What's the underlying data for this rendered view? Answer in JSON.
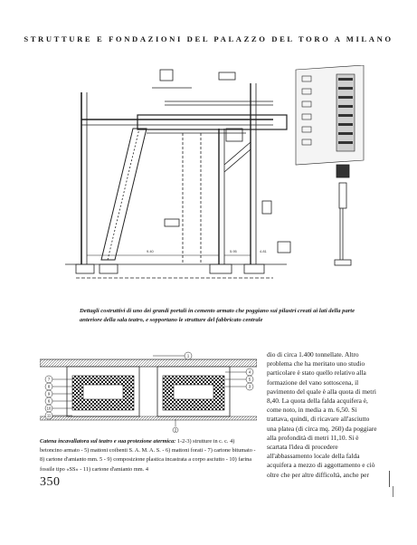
{
  "header": "STRUTTURE E FONDAZIONI DEL PALAZZO DEL TORO A MILANO",
  "caption_top": "Dettagli costruttivi di uno dei grandi portali in cemento armato che poggiano sui pilastri creati ai lati della parte anteriore della sala teatro, e sopportano le strutture del fabbricato centrale",
  "caption_left_bold": "Catena incavallatora sul teatro e sua protezione atermica:",
  "caption_left_rest": " 1-2-3) strutture in c. c. 4) betoncino armato - 5) mattoni coibenti S. A. M. A. S. - 6) mattoni forati - 7) cartone bitumato - 8) cartone d'amianto mm. 5 - 9) composizione plastica incastrata a corpo asciutto - 10) farina fossile tipo «SS» - 11) cartone d'amianto mm. 4",
  "body_text": "dio di circa 1.400 tonnellate. Altro problema che ha meritato uno studio particolare è stato quello relativo alla formazione del vano sottoscena, il pavimento del quale è alla quota di metri 8,40. La quota della falda acquifera è, come noto, in media a m. 6,50. Si trattava, quindi, di ricavare all'asciutto una platea (di circa mq. 260) da poggiare alla profondità di metri 11,10. Si è scartata l'idea di procedere all'abbassamento locale della falda acquifera a mezzo di aggottamento e ciò oltre che per altre difficoltà, anche per",
  "page_number": "350",
  "callouts": [
    "1",
    "2",
    "3",
    "4",
    "5",
    "6",
    "7",
    "8",
    "9",
    "10",
    "11"
  ],
  "dims": {
    "d1": "9.40",
    "d2": "5.95",
    "d3": "4.81"
  }
}
